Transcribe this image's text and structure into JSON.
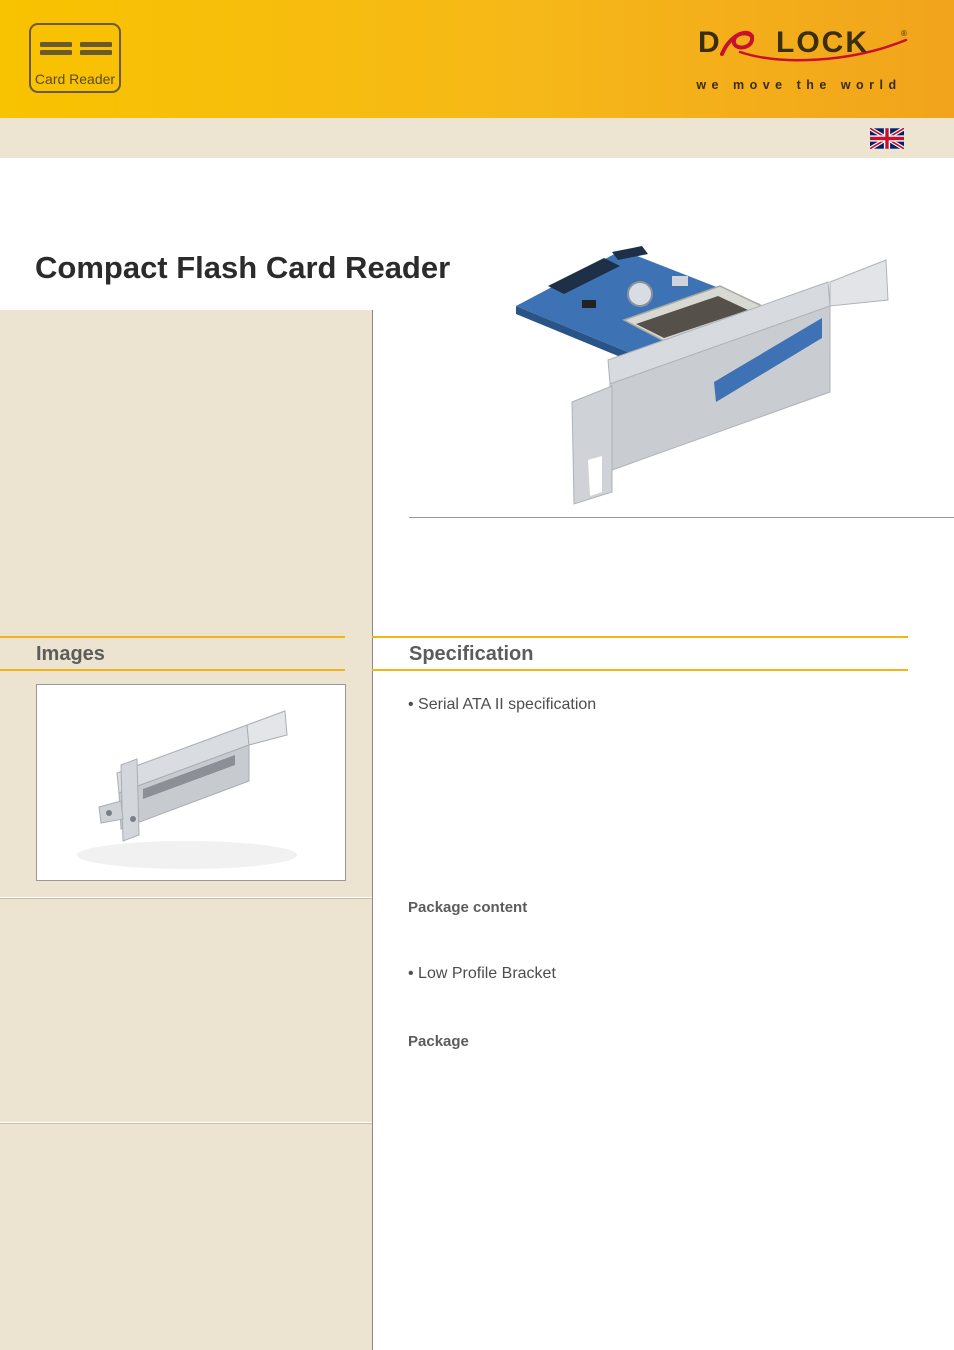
{
  "header": {
    "badge_label": "Card Reader",
    "brand_letters": [
      "D",
      "LOCK"
    ],
    "registered": "®",
    "tagline": "we move the world",
    "colors": {
      "brand_red": "#c8102e",
      "gold": "#f6b818"
    }
  },
  "language_flag": "uk-flag-icon",
  "product": {
    "title": "Compact Flash Card Reader"
  },
  "sections": {
    "images_title": "Images",
    "spec_title": "Specification",
    "spec_items": [
      "• Serial ATA II specification"
    ],
    "package_content_title": "Package content",
    "package_content_items": [
      "• Low Profile Bracket"
    ],
    "package_title": "Package"
  }
}
